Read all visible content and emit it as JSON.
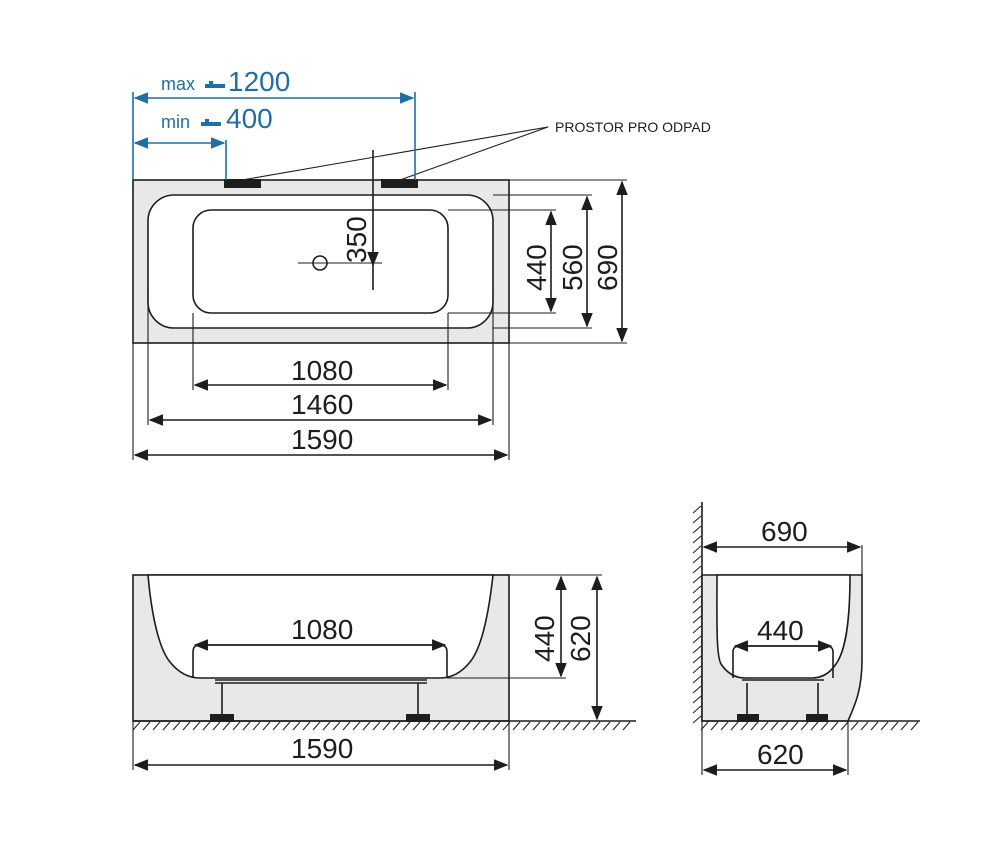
{
  "top_view": {
    "max_label": "max",
    "max_value": "1200",
    "min_label": "min",
    "min_value": "400",
    "note": "PROSTOR PRO ODPAD",
    "dim_350": "350",
    "dim_440": "440",
    "dim_560": "560",
    "dim_690": "690",
    "dim_1080": "1080",
    "dim_1460": "1460",
    "dim_1590": "1590"
  },
  "side_view": {
    "dim_1080": "1080",
    "dim_440": "440",
    "dim_620": "620",
    "dim_1590": "1590"
  },
  "end_view": {
    "dim_690": "690",
    "dim_440": "440",
    "dim_620": "620"
  },
  "colors": {
    "line": "#1d1d1b",
    "accent_blue": "#1f6fa6",
    "shell_fill": "#e8e8e8"
  }
}
